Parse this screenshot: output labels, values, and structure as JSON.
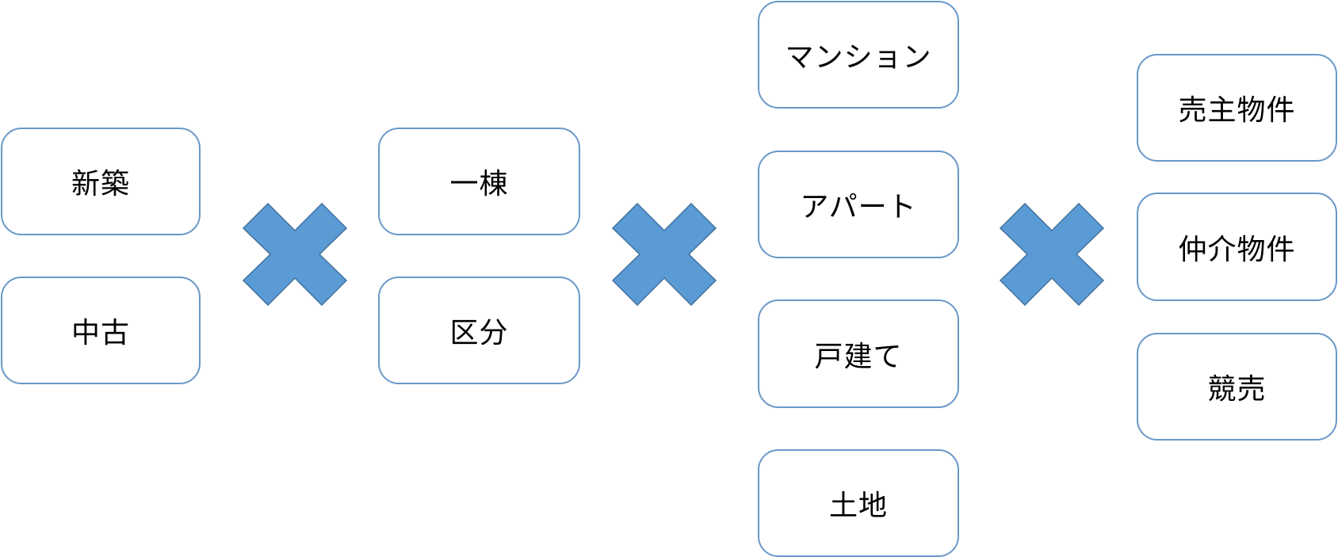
{
  "colors": {
    "box_border": "#6a98c8",
    "cross_fill": "#5b9bd5",
    "cross_stroke": "#41719c",
    "text": "#000000"
  },
  "columns": [
    {
      "name": "construction",
      "items": [
        {
          "label": "新築"
        },
        {
          "label": "中古"
        }
      ]
    },
    {
      "name": "ownership",
      "items": [
        {
          "label": "一棟"
        },
        {
          "label": "区分"
        }
      ]
    },
    {
      "name": "property-type",
      "items": [
        {
          "label": "マンション"
        },
        {
          "label": "アパート"
        },
        {
          "label": "戸建て"
        },
        {
          "label": "土地"
        }
      ]
    },
    {
      "name": "source",
      "items": [
        {
          "label": "売主物件"
        },
        {
          "label": "仲介物件"
        },
        {
          "label": "競売"
        }
      ]
    }
  ],
  "operators": [
    {
      "icon": "multiply-icon"
    },
    {
      "icon": "multiply-icon"
    },
    {
      "icon": "multiply-icon"
    }
  ]
}
